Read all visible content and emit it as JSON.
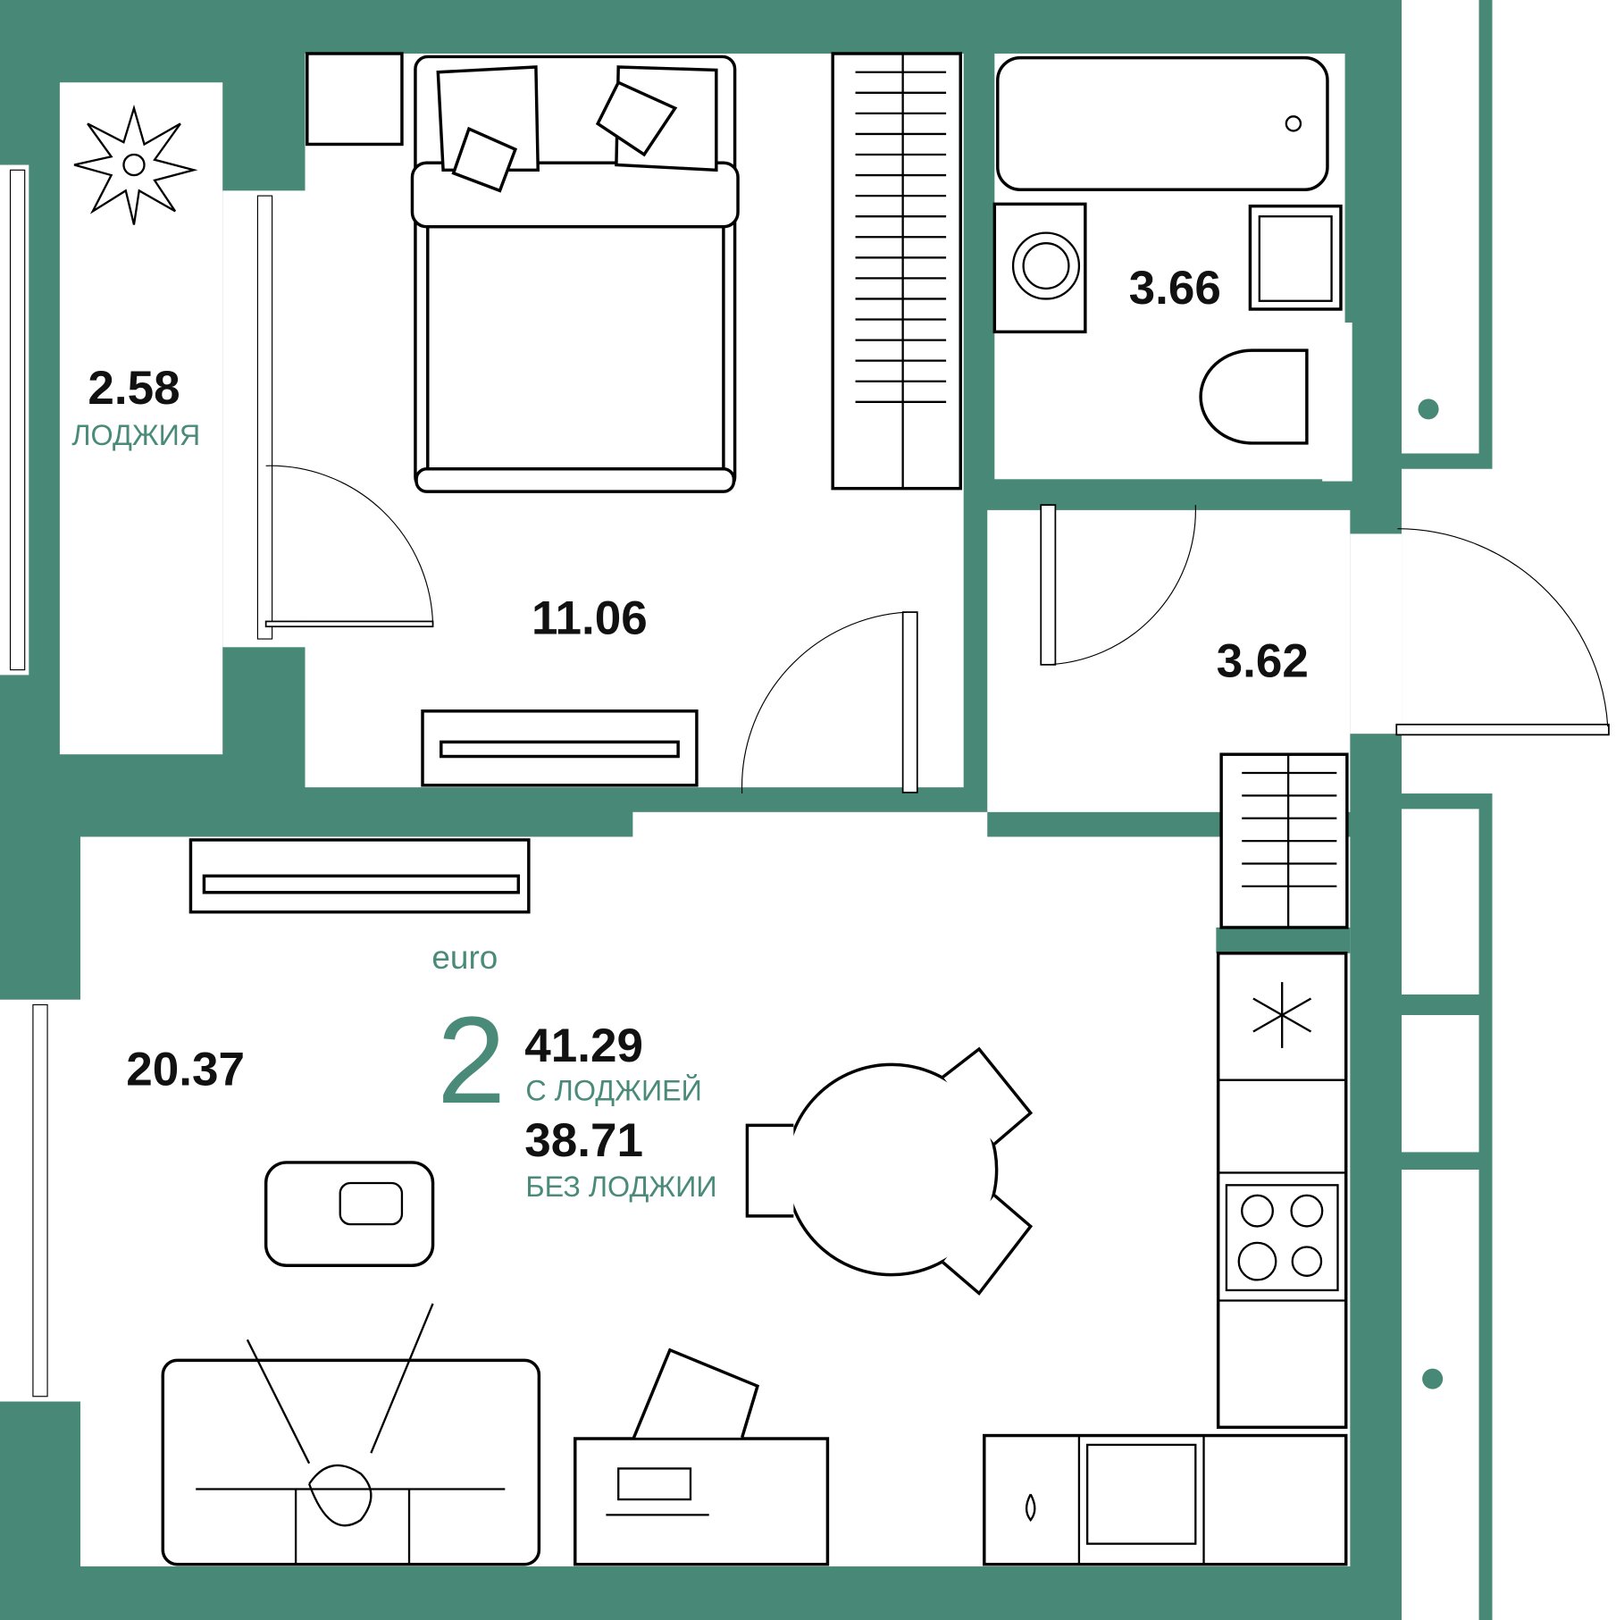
{
  "colors": {
    "wall": "#488877",
    "accent_text": "#4a8a78",
    "text": "#111111"
  },
  "rooms": {
    "loggia": {
      "area": "2.58",
      "name": "ЛОДЖИЯ"
    },
    "bedroom": {
      "area": "11.06"
    },
    "bathroom": {
      "area": "3.66"
    },
    "hallway": {
      "area": "3.62"
    },
    "living_kitchen": {
      "area": "20.37"
    }
  },
  "summary": {
    "type_label": "euro",
    "rooms_count": "2",
    "area_with_loggia": "41.29",
    "with_loggia_label": "С ЛОДЖИЕЙ",
    "area_without_loggia": "38.71",
    "without_loggia_label": "БЕЗ ЛОДЖИИ"
  },
  "icons": [
    "plant-icon",
    "snowflake-icon",
    "stove-icon",
    "sink-icon"
  ]
}
